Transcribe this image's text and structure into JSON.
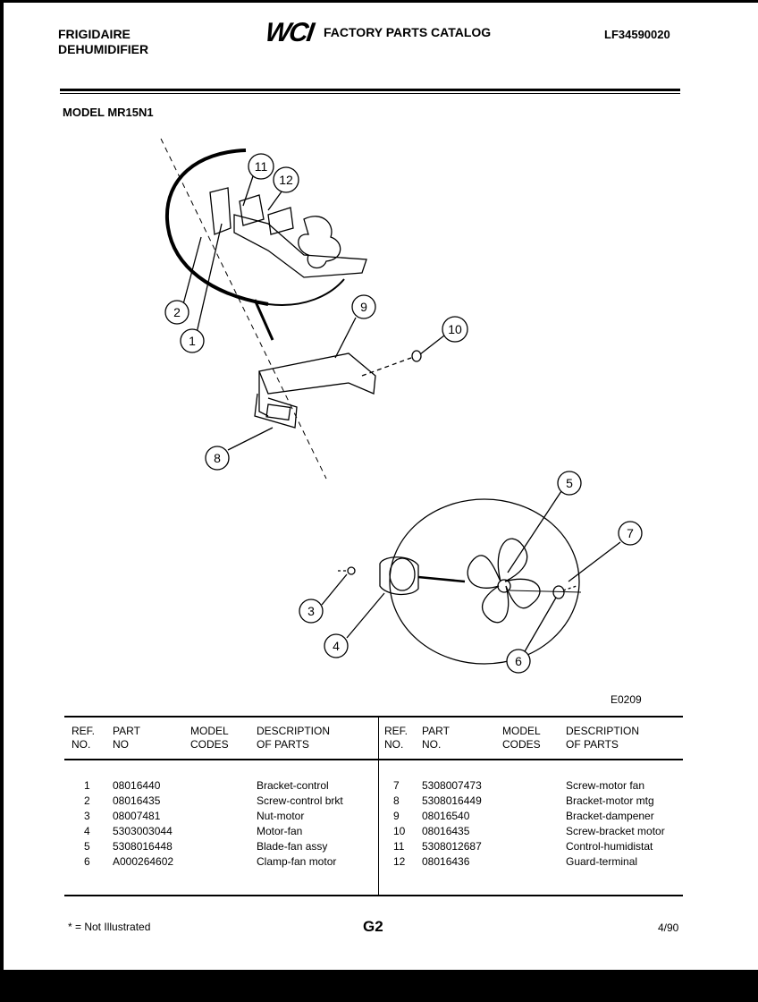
{
  "header": {
    "brand_line1": "FRIGIDAIRE",
    "brand_line2": "DEHUMIDIFIER",
    "logo": "WCI",
    "catalog_title": "FACTORY PARTS CATALOG",
    "catalog_number": "LF34590020"
  },
  "model": "MODEL MR15N1",
  "diagram": {
    "code": "E0209",
    "callouts": [
      "1",
      "2",
      "3",
      "4",
      "5",
      "6",
      "7",
      "8",
      "9",
      "10",
      "11",
      "12"
    ]
  },
  "table": {
    "headers": {
      "ref_1": "REF.",
      "ref_2": "NO.",
      "part_1": "PART",
      "part_2_left": "NO",
      "part_2_right": "NO.",
      "model_1": "MODEL",
      "model_2": "CODES",
      "desc_1": "DESCRIPTION",
      "desc_2": "OF PARTS"
    },
    "left_rows": [
      {
        "ref": "1",
        "part": "08016440",
        "model": "",
        "desc": "Bracket-control"
      },
      {
        "ref": "2",
        "part": "08016435",
        "model": "",
        "desc": "Screw-control brkt"
      },
      {
        "ref": "3",
        "part": "08007481",
        "model": "",
        "desc": "Nut-motor"
      },
      {
        "ref": "4",
        "part": "5303003044",
        "model": "",
        "desc": "Motor-fan"
      },
      {
        "ref": "5",
        "part": "5308016448",
        "model": "",
        "desc": "Blade-fan assy"
      },
      {
        "ref": "6",
        "part": "A000264602",
        "model": "",
        "desc": "Clamp-fan motor"
      }
    ],
    "right_rows": [
      {
        "ref": "7",
        "part": "5308007473",
        "model": "",
        "desc": "Screw-motor fan"
      },
      {
        "ref": "8",
        "part": "5308016449",
        "model": "",
        "desc": "Bracket-motor mtg"
      },
      {
        "ref": "9",
        "part": "08016540",
        "model": "",
        "desc": "Bracket-dampener"
      },
      {
        "ref": "10",
        "part": "08016435",
        "model": "",
        "desc": "Screw-bracket motor"
      },
      {
        "ref": "11",
        "part": "5308012687",
        "model": "",
        "desc": "Control-humidistat"
      },
      {
        "ref": "12",
        "part": "08016436",
        "model": "",
        "desc": "Guard-terminal"
      }
    ]
  },
  "footer": {
    "footnote": "* = Not Illustrated",
    "page": "G2",
    "date": "4/90"
  }
}
